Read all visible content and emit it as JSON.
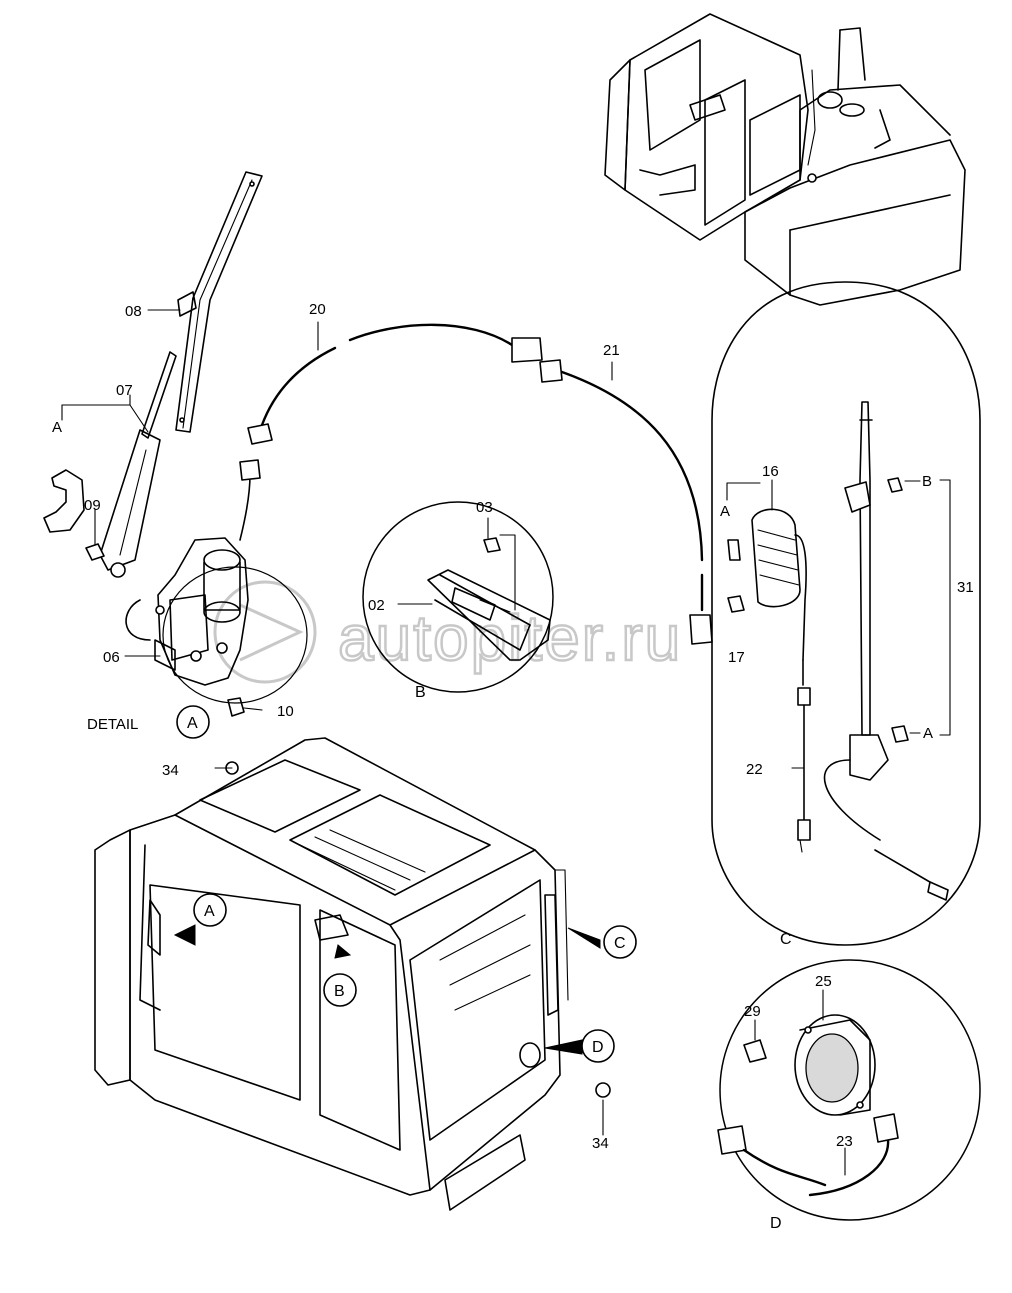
{
  "watermark": "autopiter.ru",
  "detail_caption": "DETAIL",
  "callouts": {
    "c02": "02",
    "c03": "03",
    "c06": "06",
    "c07": "07",
    "c08": "08",
    "c09": "09",
    "c10": "10",
    "c16": "16",
    "c17": "17",
    "c20": "20",
    "c21": "21",
    "c22": "22",
    "c23": "23",
    "c25": "25",
    "c29": "29",
    "c31": "31",
    "c34a": "34",
    "c34b": "34"
  },
  "refs": {
    "detail_a": "A",
    "circle_a": "A",
    "circle_b": "B",
    "circle_c": "C",
    "circle_d": "D",
    "ref_a_wiper": "A",
    "ref_a_lamp": "A",
    "ref_b_ant": "B",
    "ref_a_ant": "A",
    "detail_b": "B",
    "detail_c": "C",
    "detail_d": "D"
  }
}
